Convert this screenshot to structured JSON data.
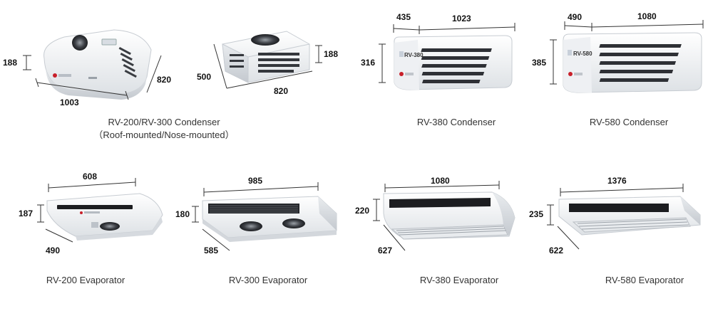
{
  "colors": {
    "unit_body": "#f4f5f6",
    "unit_shadow": "#cfd3d8",
    "vent": "#2e3035",
    "grille": "#1c1d20",
    "logo": "#c8202a",
    "dimension_line": "#333333"
  },
  "units": [
    {
      "id": "rv200-300-condenser",
      "caption_line1": "RV-200/RV-300 Condenser",
      "caption_line2": "（Roof-mounted/Nose-mounted）",
      "dims_a": {
        "height": "188",
        "length": "1003",
        "width": "820"
      },
      "dims_b": {
        "height": "188",
        "length": "820",
        "width": "500"
      }
    },
    {
      "id": "rv380-condenser",
      "caption_line1": "RV-380 Condenser",
      "badge": "RV-380",
      "dims": {
        "height": "316",
        "depth": "435",
        "length": "1023"
      }
    },
    {
      "id": "rv580-condenser",
      "caption_line1": "RV-580 Condenser",
      "badge": "RV-580",
      "dims": {
        "height": "385",
        "depth": "490",
        "length": "1080"
      }
    },
    {
      "id": "rv200-evaporator",
      "caption_line1": "RV-200 Evaporator",
      "dims": {
        "height": "187",
        "length": "608",
        "depth": "490"
      }
    },
    {
      "id": "rv300-evaporator",
      "caption_line1": "RV-300 Evaporator",
      "dims": {
        "height": "180",
        "length": "985",
        "depth": "585"
      }
    },
    {
      "id": "rv380-evaporator",
      "caption_line1": "RV-380 Evaporator",
      "dims": {
        "height": "220",
        "length": "1080",
        "depth": "627"
      }
    },
    {
      "id": "rv580-evaporator",
      "caption_line1": "RV-580 Evaporator",
      "dims": {
        "height": "235",
        "length": "1376",
        "depth": "622"
      }
    }
  ]
}
